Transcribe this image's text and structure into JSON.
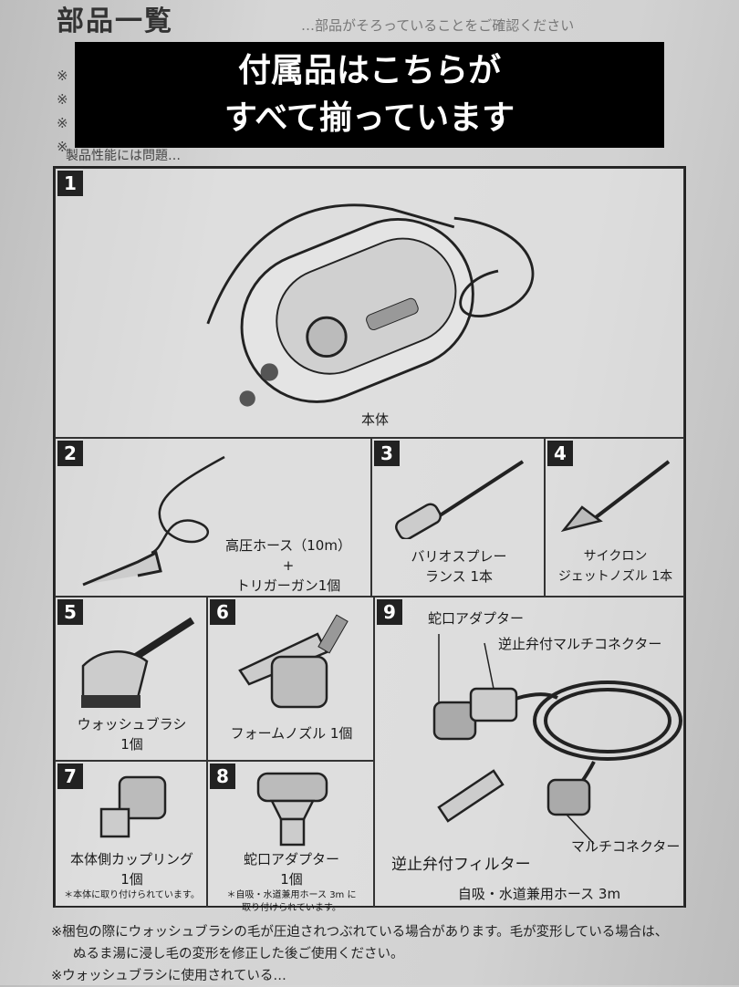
{
  "page": {
    "heading": "部品一覧",
    "faded_intro": "…部品がそろっていることをご確認ください",
    "reference_marks": [
      "※",
      "※",
      "※",
      "※"
    ],
    "sub_note": "製品性能には問題…"
  },
  "banner": {
    "line1": "付属品はこちらが",
    "line2": "すべて揃っています"
  },
  "parts": [
    {
      "number": "1",
      "label": "本体"
    },
    {
      "number": "2",
      "label_line1": "高圧ホース（10m）",
      "label_line2": "+",
      "label_line3": "トリガーガン1個"
    },
    {
      "number": "3",
      "label_line1": "バリオスプレー",
      "label_line2": "ランス 1本"
    },
    {
      "number": "4",
      "label_line1": "サイクロン",
      "label_line2": "ジェットノズル 1本"
    },
    {
      "number": "5",
      "label_line1": "ウォッシュブラシ",
      "label_line2": "1個"
    },
    {
      "number": "6",
      "label": "フォームノズル 1個"
    },
    {
      "number": "7",
      "label_line1": "本体側カップリング",
      "label_line2": "1個",
      "note": "＊本体に取り付けられています。"
    },
    {
      "number": "8",
      "label_line1": "蛇口アダプター",
      "label_line2": "1個",
      "note_line1": "＊自吸・水道兼用ホース 3m に",
      "note_line2": "取り付けられています。"
    },
    {
      "number": "9",
      "callouts": {
        "faucet_adapter": "蛇口アダプター",
        "check_valve_connector": "逆止弁付マルチコネクター",
        "check_valve_filter": "逆止弁付フィルター",
        "multi_connector": "マルチコネクター"
      },
      "label": "自吸・水道兼用ホース 3m"
    }
  ],
  "footer": {
    "line1": "※梱包の際にウォッシュブラシの毛が圧迫されつぶれている場合があります。毛が変形している場合は、",
    "line2": "ぬるま湯に浸し毛の変形を修正した後ご使用ください。",
    "line3": "※ウォッシュブラシに使用されている…"
  }
}
